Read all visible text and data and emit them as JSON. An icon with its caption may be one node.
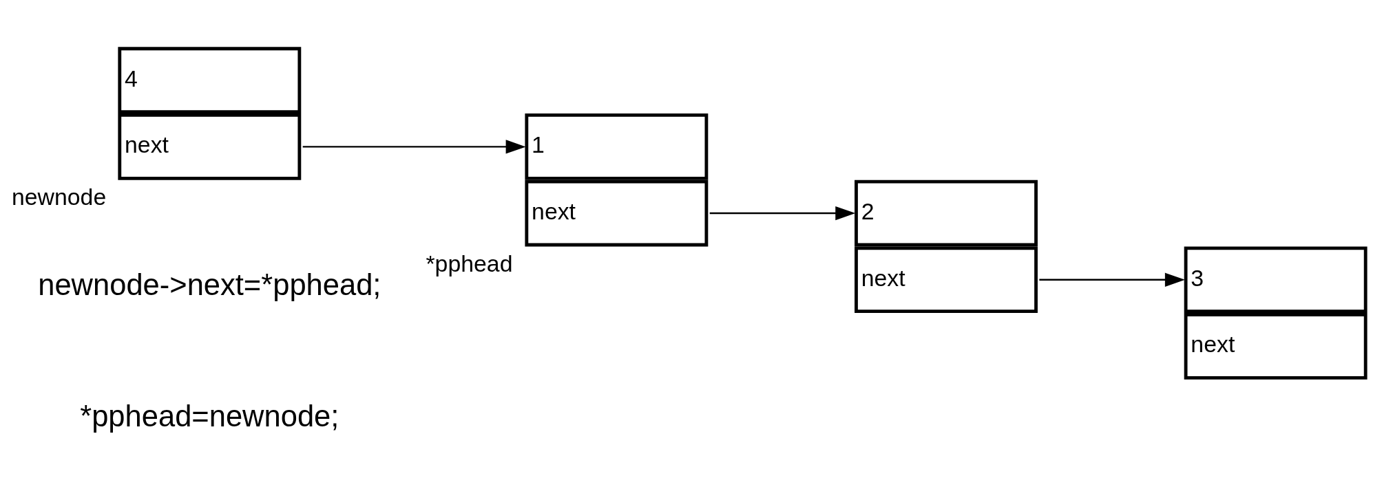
{
  "diagram": {
    "nodes": [
      {
        "text": [
          "4",
          "next"
        ],
        "beside": [
          "newnode"
        ]
      },
      {
        "text": [
          "1",
          "next"
        ],
        "beside": [
          "*pphead"
        ]
      },
      {
        "text": [
          "2",
          "next"
        ]
      },
      {
        "text": [
          "3",
          "next"
        ]
      }
    ],
    "edges": [
      {
        "from": 0,
        "to": 1,
        "arrow": "to"
      },
      {
        "from": 1,
        "to": 2,
        "arrow": "to"
      },
      {
        "from": 2,
        "to": 3,
        "arrow": "to"
      }
    ],
    "labels": [
      "newnode->next=*pphead;",
      "*pphead=newnode;"
    ]
  }
}
